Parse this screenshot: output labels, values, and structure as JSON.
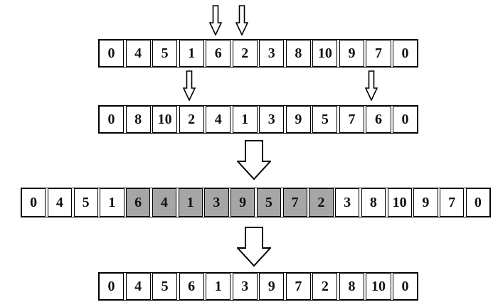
{
  "colors": {
    "highlight_fill": "#a6a6a6",
    "line": "#000000",
    "background": "#ffffff"
  },
  "rows": [
    {
      "name": "parent1",
      "cells": [
        "0",
        "4",
        "5",
        "1",
        "6",
        "2",
        "3",
        "8",
        "10",
        "9",
        "7",
        "0"
      ]
    },
    {
      "name": "parent2",
      "cells": [
        "0",
        "8",
        "10",
        "2",
        "4",
        "1",
        "3",
        "9",
        "5",
        "7",
        "6",
        "0"
      ]
    },
    {
      "name": "intermediate",
      "cells": [
        "0",
        "4",
        "5",
        "1",
        "6",
        "4",
        "1",
        "3",
        "9",
        "5",
        "7",
        "2",
        "3",
        "8",
        "10",
        "9",
        "7",
        "0"
      ],
      "highlight_start": 4,
      "highlight_end": 11
    },
    {
      "name": "result",
      "cells": [
        "0",
        "4",
        "5",
        "6",
        "1",
        "3",
        "9",
        "7",
        "2",
        "8",
        "10",
        "0"
      ]
    }
  ],
  "arrows": {
    "small": [
      {
        "icon": "down-arrow-icon",
        "points_to_row": "parent1",
        "points_to_cell_value": "6"
      },
      {
        "icon": "down-arrow-icon",
        "points_to_row": "parent1",
        "points_to_cell_value": "2"
      },
      {
        "icon": "down-arrow-icon",
        "points_to_row": "parent2",
        "points_to_cell_value": "2"
      },
      {
        "icon": "down-arrow-icon",
        "points_to_row": "parent2",
        "points_to_cell_value": "6"
      }
    ],
    "big": [
      {
        "icon": "down-block-arrow-icon",
        "from_row": "parent2",
        "to_row": "intermediate"
      },
      {
        "icon": "down-block-arrow-icon",
        "from_row": "intermediate",
        "to_row": "result"
      }
    ]
  }
}
